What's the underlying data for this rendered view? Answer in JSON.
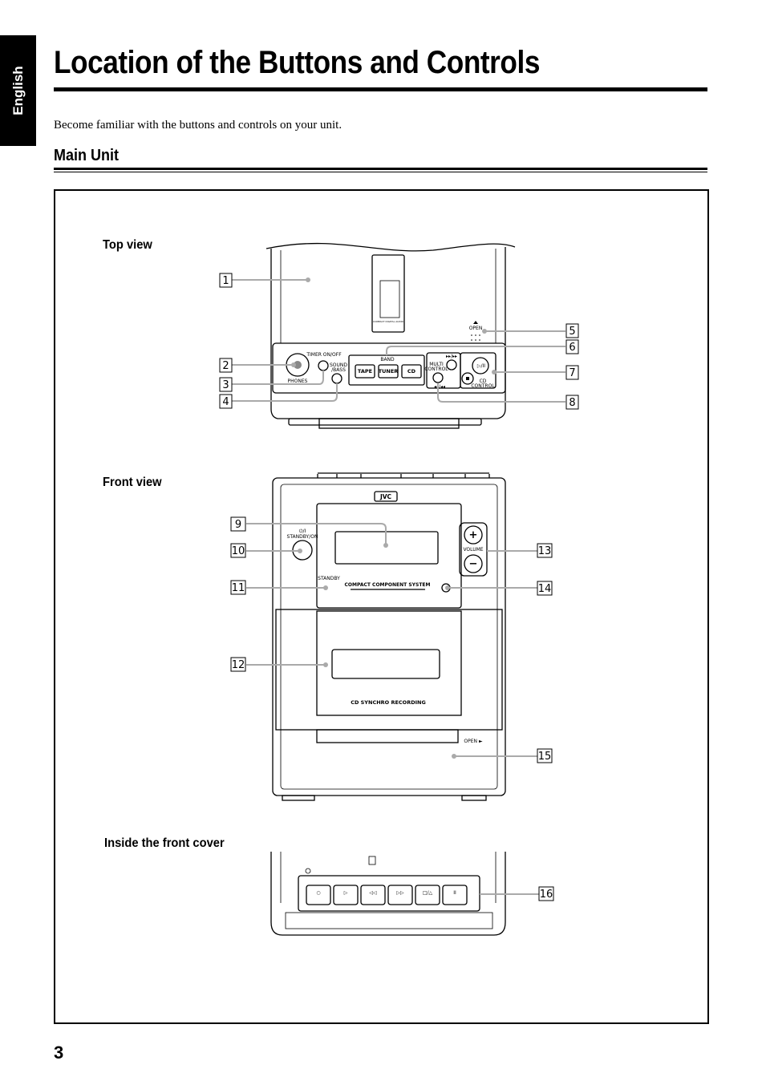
{
  "sidebar": {
    "language": "English"
  },
  "header": {
    "title": "Location of the Buttons and Controls",
    "intro": "Become familiar with the buttons and controls on your unit."
  },
  "section": {
    "title": "Main Unit"
  },
  "views": {
    "top": "Top view",
    "front": "Front view",
    "inside": "Inside the front cover"
  },
  "device_labels": {
    "timer": "TIMER ON/OFF",
    "phones": "PHONES",
    "sound1": "SOUND",
    "sound2": "/BASS",
    "band": "BAND",
    "tape": "TAPE",
    "tuner": "TUNER",
    "cd": "CD",
    "multi1": "MULTI",
    "multi2": "CONTROL",
    "cdc1": "CD",
    "cdc2": "CONTROL",
    "open_top": "OPEN",
    "brand": "JVC",
    "standby_on": "STANDBY/ON",
    "standby": "STANDBY",
    "volume": "VOLUME",
    "compact": "COMPACT COMPONENT SYSTEM",
    "cd_sync": "CD SYNCHRO RECORDING",
    "open_front": "OPEN ►",
    "compact_disc_logo": "COMPACT DIGITAL AUDIO"
  },
  "callouts": [
    "1",
    "2",
    "3",
    "4",
    "5",
    "6",
    "7",
    "8",
    "9",
    "10",
    "11",
    "12",
    "13",
    "14",
    "15",
    "16"
  ],
  "page_number": "3"
}
